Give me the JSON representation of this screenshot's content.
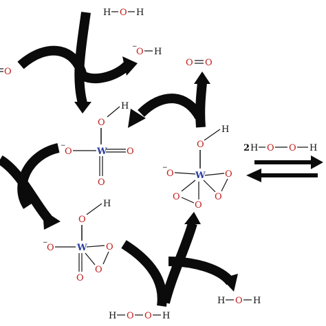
{
  "atoms": {
    "H": "H",
    "O": "O",
    "W": "W",
    "minus": "−",
    "coef2": "2"
  }
}
